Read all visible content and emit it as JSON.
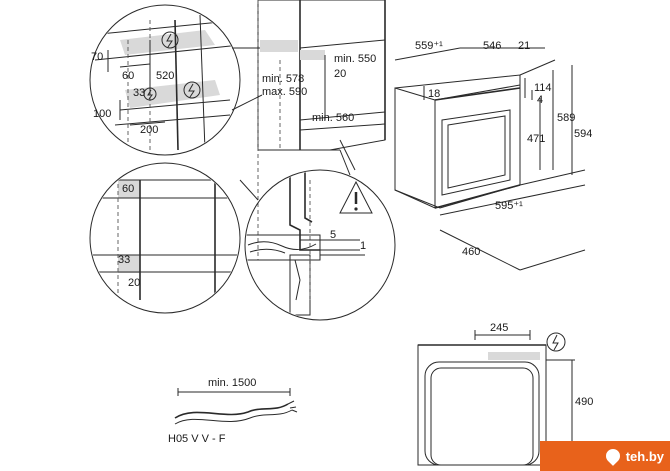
{
  "dimensions": {
    "d70": "70",
    "d60a": "60",
    "d520": "520",
    "d33a": "33",
    "d100": "100",
    "d200": "200",
    "min578": "min. 578",
    "max590": "max. 590",
    "min550": "min. 550",
    "d20a": "20",
    "min560": "min. 560",
    "d559": "559⁺¹",
    "d546": "546",
    "d21": "21",
    "d18": "18",
    "d114": "114",
    "d4": "4",
    "d589": "589",
    "d594": "594",
    "d471": "471",
    "d595": "595⁺¹",
    "d460": "460",
    "d60b": "60",
    "d33b": "33",
    "d20b": "20",
    "d5": "5",
    "d1": "1",
    "d245": "245",
    "d490": "490",
    "min1500": "min. 1500"
  },
  "cable_label": "H05 V V - F",
  "watermark": "teh.by",
  "colors": {
    "watermark_bg": "#e8621b",
    "line": "#2a2a2a",
    "shade": "#d9d9d9"
  },
  "icons": [
    "plug-socket-icon",
    "warning-triangle-icon",
    "map-pin-icon"
  ]
}
